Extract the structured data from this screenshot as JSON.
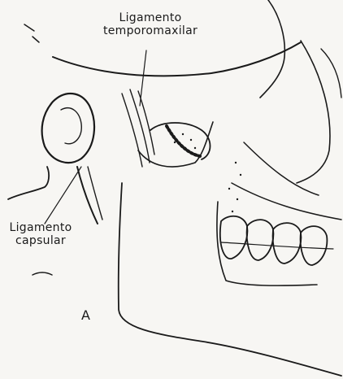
{
  "labels": {
    "temporomaxilar": [
      "Ligamento",
      "temporomaxilar"
    ],
    "capsular": [
      "Ligamento",
      "capsular"
    ],
    "panel": "A"
  },
  "colors": {
    "ink": "#1a1a1a",
    "paper": "#f7f6f3"
  }
}
